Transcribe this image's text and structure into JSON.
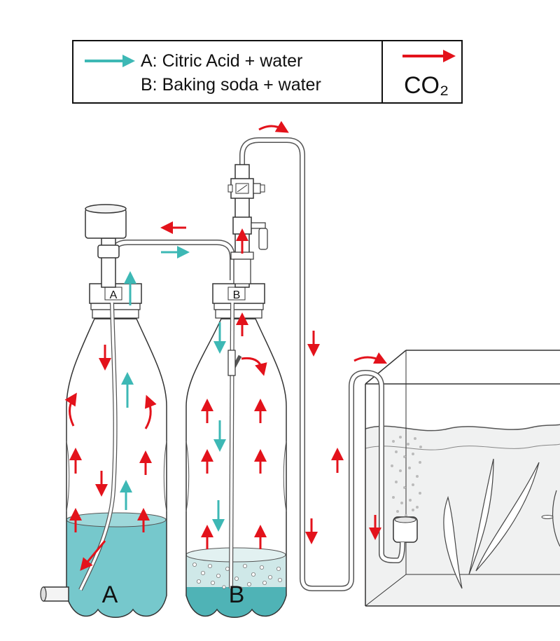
{
  "legend": {
    "line_a": "A: Citric Acid + water",
    "line_b": "B: Baking soda + water",
    "co2_label": "CO₂",
    "liquid_arrow_icon": "teal-arrow-icon",
    "co2_arrow_icon": "red-arrow-icon"
  },
  "bottles": {
    "a_cap_label": "A",
    "b_cap_label": "B",
    "a_label": "A",
    "b_label": "B"
  },
  "colors": {
    "co2_arrow": "#e3121b",
    "liquid_arrow": "#3db8b5",
    "solution_a": "#76c8cc",
    "solution_b_top": "#cfe8e8",
    "solution_b_bottom": "#4fb3b6",
    "aquarium_water": "#f0f1f1",
    "outline": "#333333"
  }
}
